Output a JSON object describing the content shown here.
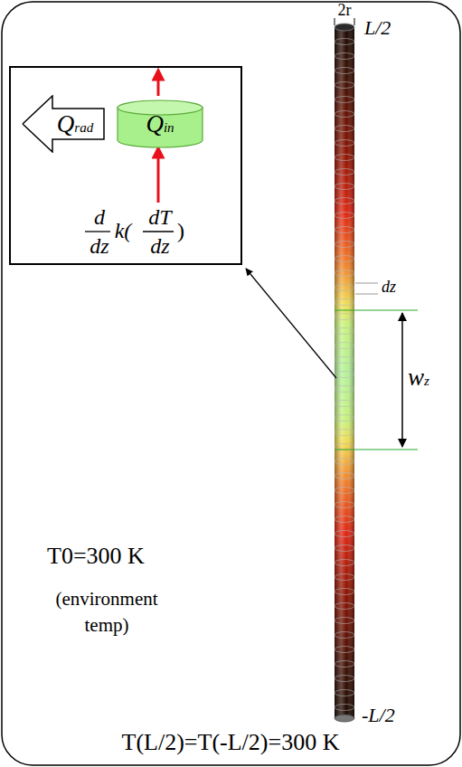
{
  "diagram": {
    "nodes": [
      {
        "text": [
          "d",
          "dz",
          "k(",
          "dT",
          "dz",
          ")"
        ]
      },
      {
        "text": [
          "Qrad"
        ],
        "in": 0
      },
      {
        "text": [
          "Qin"
        ],
        "in": 0
      }
    ],
    "labels": [
      "2r",
      "L/2",
      "dz",
      "wz",
      "-L/2",
      "T0=300 K",
      "(environment temp)",
      "T(L/2)=T(-L/2)=300 K"
    ]
  }
}
